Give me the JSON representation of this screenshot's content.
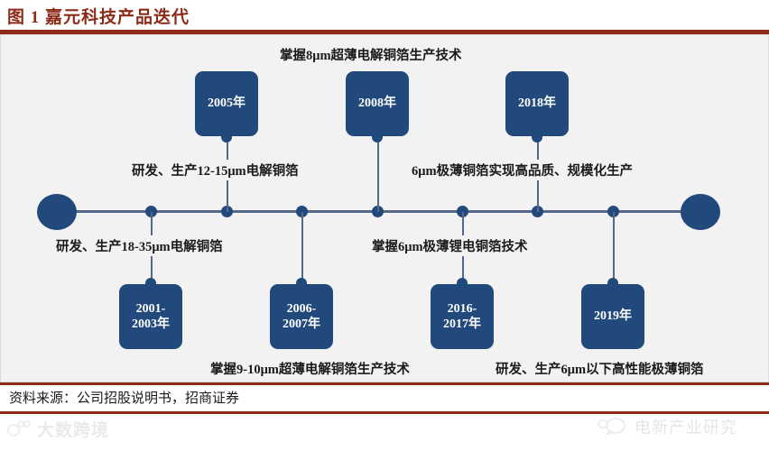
{
  "header": {
    "figure_label": "图 1",
    "title": "图 1  嘉元科技产品迭代",
    "rule_color": "#8C2B18"
  },
  "theme": {
    "box_color": "#21497C",
    "axis_color": "#55688A",
    "body_bg": "#F2F2F2",
    "title_color": "#8C2B18"
  },
  "timeline": {
    "boxes": [
      {
        "id": "box-2001-2003",
        "label": "2001-\n2003年",
        "position": "bottom"
      },
      {
        "id": "box-2005",
        "label": "2005年",
        "position": "top"
      },
      {
        "id": "box-2006-2007",
        "label": "2006-\n2007年",
        "position": "bottom"
      },
      {
        "id": "box-2008",
        "label": "2008年",
        "position": "top"
      },
      {
        "id": "box-2016-2017",
        "label": "2016-\n2017年",
        "position": "bottom"
      },
      {
        "id": "box-2018",
        "label": "2018年",
        "position": "top"
      },
      {
        "id": "box-2019",
        "label": "2019年",
        "position": "bottom"
      }
    ],
    "annotations": [
      {
        "id": "annot-18-35um",
        "text": "研发、生产18-35μm电解铜箔",
        "position": "below-axis"
      },
      {
        "id": "annot-12-15um",
        "text": "研发、生产12-15μm电解铜箔",
        "position": "above-axis"
      },
      {
        "id": "annot-9-10um",
        "text": "掌握9-10μm超薄电解铜箔生产技术",
        "position": "bottom"
      },
      {
        "id": "annot-8um",
        "text": "掌握8μm超薄电解铜箔生产技术",
        "position": "top"
      },
      {
        "id": "annot-6um-li",
        "text": "掌握6μm极薄锂电铜箔技术",
        "position": "below-axis"
      },
      {
        "id": "annot-6um-mass",
        "text": "6μm极薄铜箔实现高品质、规模化生产",
        "position": "above-axis"
      },
      {
        "id": "annot-below-6um",
        "text": "研发、生产6μm以下高性能极薄铜箔",
        "position": "bottom"
      }
    ]
  },
  "footer": {
    "source": "资料来源：公司招股说明书，招商证券"
  },
  "watermarks": {
    "left": "大数跨境",
    "right": "电新产业研究"
  }
}
